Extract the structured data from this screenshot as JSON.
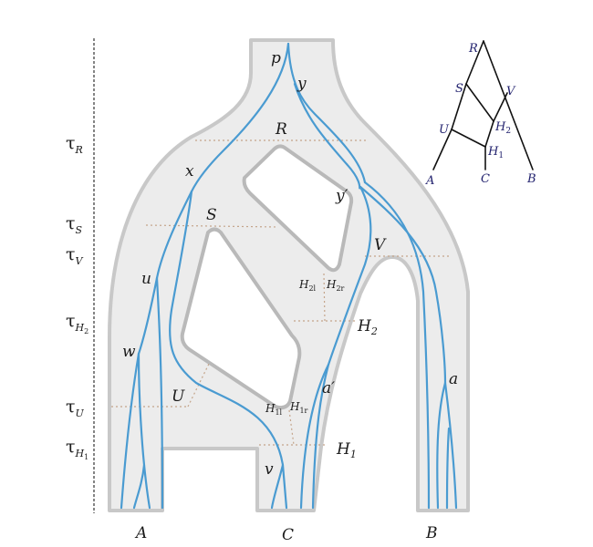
{
  "time_axis": [
    {
      "symbol": "τ",
      "sub": "R",
      "subsub": ""
    },
    {
      "symbol": "τ",
      "sub": "S",
      "subsub": ""
    },
    {
      "symbol": "τ",
      "sub": "V",
      "subsub": ""
    },
    {
      "symbol": "τ",
      "sub": "H",
      "subsub": "2"
    },
    {
      "symbol": "τ",
      "sub": "U",
      "subsub": ""
    },
    {
      "symbol": "τ",
      "sub": "H",
      "subsub": "1"
    }
  ],
  "species": {
    "A": "A",
    "C": "C",
    "B": "B"
  },
  "nodes": {
    "R": "R",
    "S": "S",
    "V": "V",
    "U": "U",
    "H2_base": "H",
    "H2_sub": "2",
    "H1_base": "H",
    "H1_sub": "1",
    "H2l_base": "H",
    "H2l_sub": "2l",
    "H2r_base": "H",
    "H2r_sub": "2r",
    "H1l_base": "H",
    "H1l_sub": "1l",
    "H1r_base": "H",
    "H1r_sub": "1r"
  },
  "lineages": {
    "p": "p",
    "y": "y",
    "x": "x",
    "y_prime": "y′",
    "u": "u",
    "w": "w",
    "a_prime": "a′",
    "a": "a",
    "v": "v"
  },
  "mini_tree": {
    "R": "R",
    "S": "S",
    "V": "V",
    "U": "U",
    "H2": "H",
    "H2_sub": "2",
    "H1": "H",
    "H1_sub": "1",
    "A": "A",
    "C": "C",
    "B": "B"
  },
  "colors": {
    "tube_fill": "#ececec",
    "tube_edge": "#c8c8c8",
    "lineage": "#4a9bd1",
    "dotted": "#c4a48a",
    "axis": "#333333",
    "tree_text": "#22226e"
  }
}
